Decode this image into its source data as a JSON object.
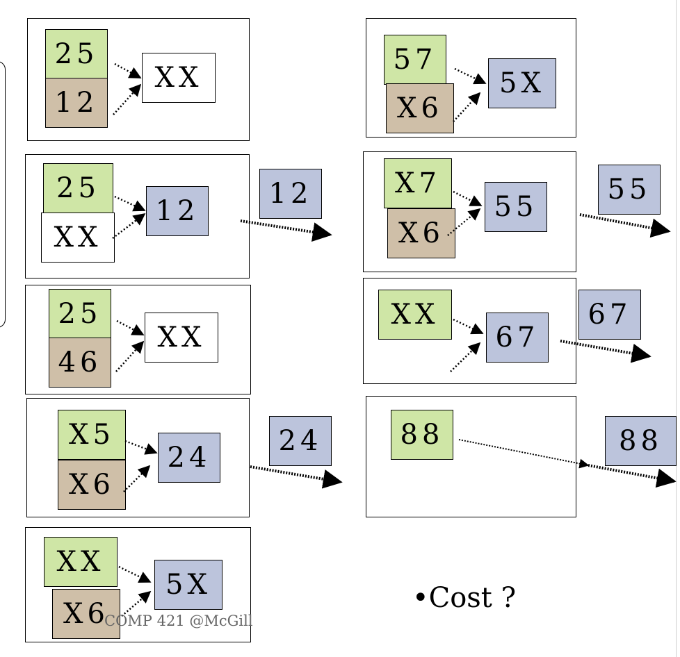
{
  "frames": [
    {
      "id": "L1",
      "pages": {
        "top": "25",
        "bottom": "12",
        "output": "XX"
      }
    },
    {
      "id": "L2",
      "pages": {
        "top": "25",
        "bottom": "XX",
        "output": "12"
      },
      "flushed": "12"
    },
    {
      "id": "L3",
      "pages": {
        "top": "25",
        "bottom": "46",
        "output": "XX"
      }
    },
    {
      "id": "L4",
      "pages": {
        "top": "X5",
        "bottom": "X6",
        "output": "24"
      },
      "flushed": "24"
    },
    {
      "id": "L5",
      "pages": {
        "top": "XX",
        "bottom": "X6",
        "output": "5X"
      }
    },
    {
      "id": "R1",
      "pages": {
        "top": "57",
        "bottom": "X6",
        "output": "5X"
      }
    },
    {
      "id": "R2",
      "pages": {
        "top": "X7",
        "bottom": "X6",
        "output": "55"
      },
      "flushed": "55"
    },
    {
      "id": "R3",
      "pages": {
        "top": "XX",
        "output": "67"
      },
      "flushed": "67"
    },
    {
      "id": "R4",
      "pages": {
        "top": "88"
      },
      "flushed": "88"
    }
  ],
  "cost_text": "•Cost ?",
  "footer": "COMP 421 @McGill",
  "colors": {
    "input_run_1": "#cfe6a6",
    "input_run_2": "#cfbfa8",
    "output_page": "#bcc4dc"
  }
}
